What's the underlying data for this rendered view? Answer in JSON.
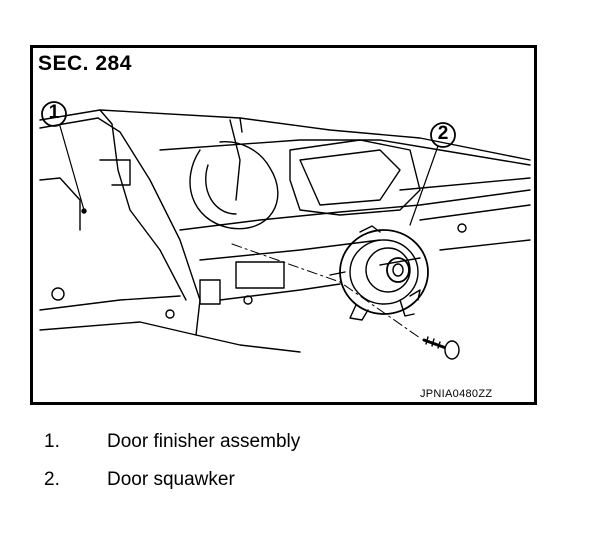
{
  "figure": {
    "section_title": "SEC. 284",
    "figure_code": "JPNIA0480ZZ",
    "callouts": [
      {
        "number": "1"
      },
      {
        "number": "2"
      }
    ]
  },
  "legend": [
    {
      "number": "1.",
      "label": "Door finisher assembly"
    },
    {
      "number": "2.",
      "label": "Door squawker"
    }
  ]
}
